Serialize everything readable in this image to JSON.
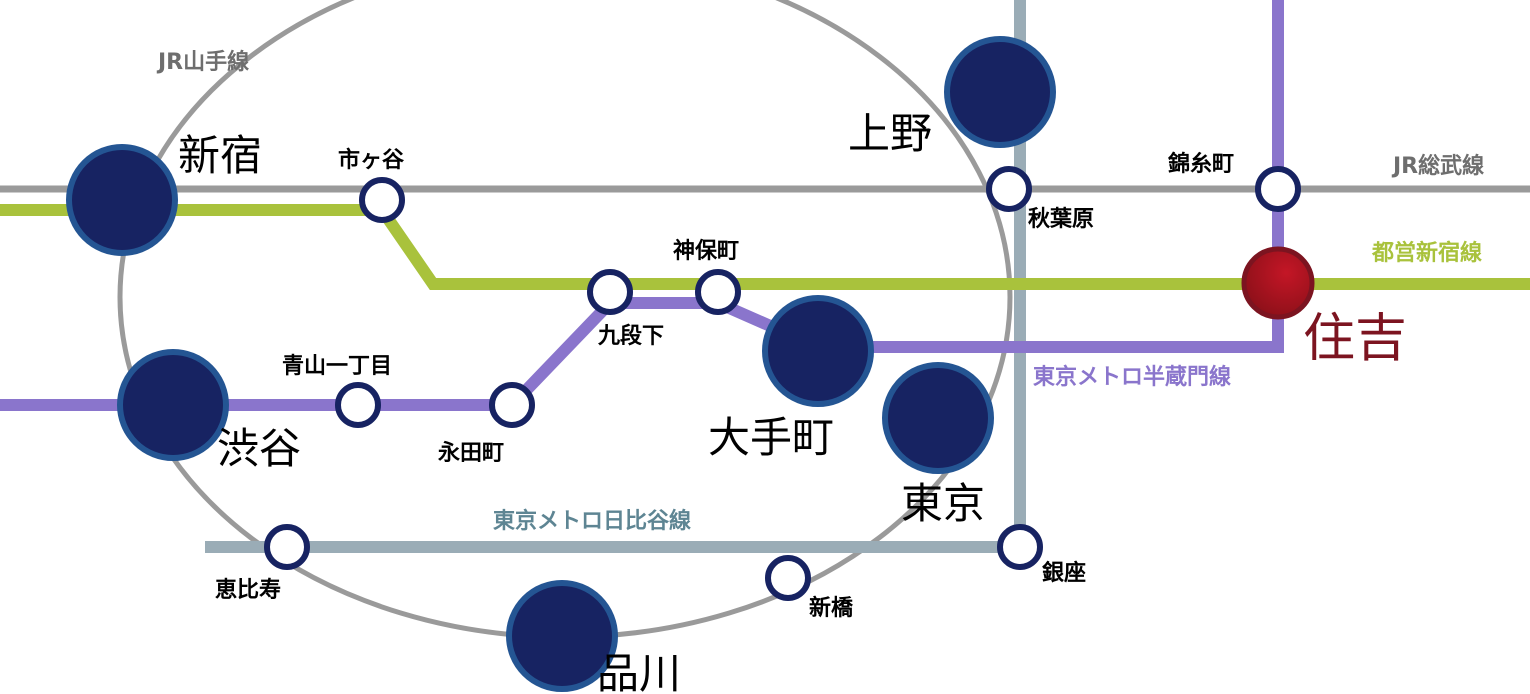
{
  "map": {
    "colors": {
      "jr": "#9a9a9a",
      "jr_label": "#6e6e6e",
      "shinjuku_line": "#a9c23c",
      "hanzomon": "#8a75cc",
      "hibiya": "#9aacb6",
      "hibiya_label": "#5e8593",
      "major_fill": "#172362",
      "major_ring": "#245593",
      "minor_ring": "#172362",
      "highlight_fill": "#a3131e",
      "highlight_ring": "#7c1420",
      "highlight_label": "#7c1420"
    },
    "lines": {
      "yamanote": "JR山手線",
      "sobu": "JR総武線",
      "toei_shinjuku": "都営新宿線",
      "hanzomon": "東京メトロ半蔵門線",
      "hibiya": "東京メトロ日比谷線"
    },
    "major_stations": {
      "shinjuku": "新宿",
      "ueno": "上野",
      "shibuya": "渋谷",
      "otemachi": "大手町",
      "tokyo": "東京",
      "shinagawa": "品川"
    },
    "minor_stations": {
      "ichigaya": "市ヶ谷",
      "akihabara": "秋葉原",
      "kinshicho": "錦糸町",
      "jimbocho": "神保町",
      "kudanshita": "九段下",
      "aoyama_itchome": "青山一丁目",
      "nagatacho": "永田町",
      "ebisu": "恵比寿",
      "shimbashi": "新橋",
      "ginza": "銀座"
    },
    "highlight_station": "住吉"
  }
}
